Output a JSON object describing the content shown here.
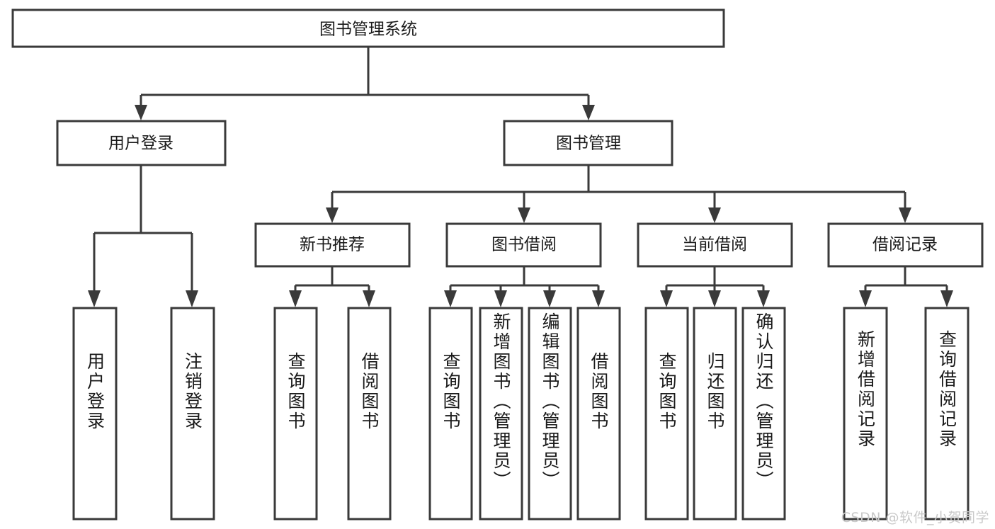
{
  "diagram": {
    "type": "hierarchy-tree",
    "title": "图书管理系统",
    "root": {
      "label": "图书管理系统"
    },
    "level2": [
      {
        "label": "用户登录"
      },
      {
        "label": "图书管理"
      }
    ],
    "level3": [
      {
        "label": "新书推荐"
      },
      {
        "label": "图书借阅"
      },
      {
        "label": "当前借阅"
      },
      {
        "label": "借阅记录"
      }
    ],
    "leaves": [
      {
        "label": "用户登录",
        "parent": "用户登录"
      },
      {
        "label": "注销登录",
        "parent": "用户登录"
      },
      {
        "label": "查询图书",
        "parent": "新书推荐"
      },
      {
        "label": "借阅图书",
        "parent": "新书推荐"
      },
      {
        "label": "查询图书",
        "parent": "图书借阅"
      },
      {
        "label": "新增图书（管理员）",
        "parent": "图书借阅"
      },
      {
        "label": "编辑图书（管理员）",
        "parent": "图书借阅"
      },
      {
        "label": "借阅图书",
        "parent": "图书借阅"
      },
      {
        "label": "查询图书",
        "parent": "当前借阅"
      },
      {
        "label": "归还图书",
        "parent": "当前借阅"
      },
      {
        "label": "确认归还（管理员）",
        "parent": "当前借阅"
      },
      {
        "label": "新增借阅记录",
        "parent": "借阅记录"
      },
      {
        "label": "查询借阅记录",
        "parent": "借阅记录"
      }
    ],
    "watermark": "CSDN @软件_小贺同学",
    "colors": {
      "stroke": "#3a3a3a",
      "fill": "#ffffff",
      "text": "#1a1a1a",
      "watermark": "#c9c9c9",
      "background": "#ffffff"
    }
  }
}
